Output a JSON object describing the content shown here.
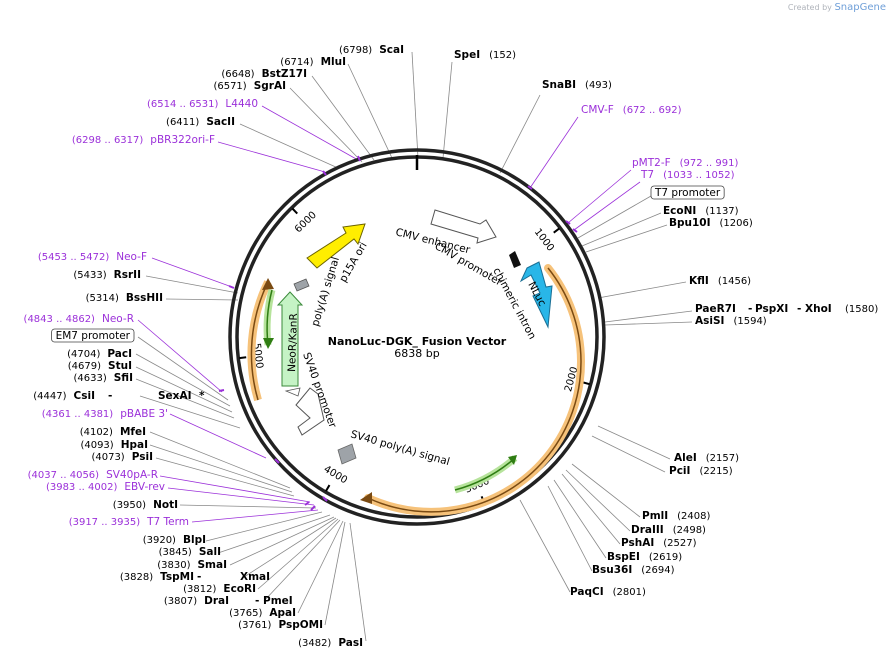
{
  "brand": {
    "prefix": "Created by",
    "name": "SnapGene"
  },
  "plasmid": {
    "name": "NanoLuc-DGK_ Fusion Vector",
    "size_label": "6838 bp",
    "length": 6838
  },
  "ticks": [
    "1000",
    "2000",
    "3000",
    "4000",
    "5000",
    "6000"
  ],
  "features": [
    {
      "name": "CMV enhancer",
      "type": "enhancer"
    },
    {
      "name": "CMV promoter",
      "type": "promoter"
    },
    {
      "name": "chimeric intron",
      "type": "intron"
    },
    {
      "name": "NLuc",
      "type": "cds"
    },
    {
      "name": "SV40 poly(A) signal",
      "type": "terminator"
    },
    {
      "name": "SV40 promoter",
      "type": "promoter"
    },
    {
      "name": "NeoR/KanR",
      "type": "cds"
    },
    {
      "name": "poly(A) signal",
      "type": "terminator"
    },
    {
      "name": "p15A ori",
      "type": "origin"
    }
  ],
  "labels_right": [
    {
      "kind": "enzyme",
      "name": "SpeI",
      "pos": "(152)"
    },
    {
      "kind": "enzyme",
      "name": "SnaBI",
      "pos": "(493)"
    },
    {
      "kind": "primer",
      "name": "CMV-F",
      "pos": "(672 .. 692)"
    },
    {
      "kind": "primer",
      "name": "pMT2-F",
      "pos": "(972 .. 991)"
    },
    {
      "kind": "primer",
      "name": "T7",
      "pos": "(1033 .. 1052)"
    },
    {
      "kind": "boxed",
      "name": "T7 promoter",
      "pos": ""
    },
    {
      "kind": "enzyme",
      "name": "EcoNI",
      "pos": "(1137)"
    },
    {
      "kind": "enzyme",
      "name": "Bpu10I",
      "pos": "(1206)"
    },
    {
      "kind": "enzyme",
      "name": "KflI",
      "pos": "(1456)"
    },
    {
      "kind": "enzyme",
      "name": "PaeR7I",
      "pos": "(1580)"
    },
    {
      "kind": "enzyme",
      "name": "PspXI",
      "pos": ""
    },
    {
      "kind": "enzyme",
      "name": "XhoI",
      "pos": ""
    },
    {
      "kind": "enzyme",
      "name": "AsiSI",
      "pos": "(1594)"
    },
    {
      "kind": "enzyme",
      "name": "AleI",
      "pos": "(2157)"
    },
    {
      "kind": "enzyme",
      "name": "PciI",
      "pos": "(2215)"
    },
    {
      "kind": "enzyme",
      "name": "PmlI",
      "pos": "(2408)"
    },
    {
      "kind": "enzyme",
      "name": "DraIII",
      "pos": "(2498)"
    },
    {
      "kind": "enzyme",
      "name": "PshAI",
      "pos": "(2527)"
    },
    {
      "kind": "enzyme",
      "name": "BspEI",
      "pos": "(2619)"
    },
    {
      "kind": "enzyme",
      "name": "Bsu36I",
      "pos": "(2694)"
    },
    {
      "kind": "enzyme",
      "name": "PaqCI",
      "pos": "(2801)"
    }
  ],
  "labels_left": [
    {
      "kind": "enzyme",
      "name": "ScaI",
      "pos": "(6798)"
    },
    {
      "kind": "enzyme",
      "name": "MluI",
      "pos": "(6714)"
    },
    {
      "kind": "enzyme",
      "name": "BstZ17I",
      "pos": "(6648)"
    },
    {
      "kind": "enzyme",
      "name": "SgrAI",
      "pos": "(6571)"
    },
    {
      "kind": "primer",
      "name": "L4440",
      "pos": "(6514 .. 6531)"
    },
    {
      "kind": "enzyme",
      "name": "SacII",
      "pos": "(6411)"
    },
    {
      "kind": "primer",
      "name": "pBR322ori-F",
      "pos": "(6298 .. 6317)"
    },
    {
      "kind": "primer",
      "name": "Neo-F",
      "pos": "(5453 .. 5472)"
    },
    {
      "kind": "enzyme",
      "name": "RsrII",
      "pos": "(5433)"
    },
    {
      "kind": "enzyme",
      "name": "BssHII",
      "pos": "(5314)"
    },
    {
      "kind": "primer",
      "name": "Neo-R",
      "pos": "(4843 .. 4862)"
    },
    {
      "kind": "boxed",
      "name": "EM7 promoter",
      "pos": ""
    },
    {
      "kind": "enzyme",
      "name": "PacI",
      "pos": "(4704)"
    },
    {
      "kind": "enzyme",
      "name": "StuI",
      "pos": "(4679)"
    },
    {
      "kind": "enzyme",
      "name": "SfiI",
      "pos": "(4633)"
    },
    {
      "kind": "enzyme",
      "name": "CsiI",
      "pos": "(4447)"
    },
    {
      "kind": "enzyme",
      "name": "SexAI",
      "pos": ""
    },
    {
      "kind": "primer",
      "name": "pBABE 3'",
      "pos": "(4361 .. 4381)"
    },
    {
      "kind": "enzyme",
      "name": "MfeI",
      "pos": "(4102)"
    },
    {
      "kind": "enzyme",
      "name": "HpaI",
      "pos": "(4093)"
    },
    {
      "kind": "enzyme",
      "name": "PsiI",
      "pos": "(4073)"
    },
    {
      "kind": "primer",
      "name": "SV40pA-R",
      "pos": "(4037 .. 4056)"
    },
    {
      "kind": "primer",
      "name": "EBV-rev",
      "pos": "(3983 .. 4002)"
    },
    {
      "kind": "enzyme",
      "name": "NotI",
      "pos": "(3950)"
    },
    {
      "kind": "primer",
      "name": "T7 Term",
      "pos": "(3917 .. 3935)"
    },
    {
      "kind": "enzyme",
      "name": "BlpI",
      "pos": "(3920)"
    },
    {
      "kind": "enzyme",
      "name": "SalI",
      "pos": "(3845)"
    },
    {
      "kind": "enzyme",
      "name": "SmaI",
      "pos": "(3830)"
    },
    {
      "kind": "enzyme",
      "name": "TspMI",
      "pos": "(3828)"
    },
    {
      "kind": "enzyme",
      "name": "XmaI",
      "pos": ""
    },
    {
      "kind": "enzyme",
      "name": "EcoRI",
      "pos": "(3812)"
    },
    {
      "kind": "enzyme",
      "name": "DraI",
      "pos": "(3807)"
    },
    {
      "kind": "enzyme",
      "name": "PmeI",
      "pos": ""
    },
    {
      "kind": "enzyme",
      "name": "ApaI",
      "pos": "(3765)"
    },
    {
      "kind": "enzyme",
      "name": "PspOMI",
      "pos": "(3761)"
    },
    {
      "kind": "enzyme",
      "name": "PasI",
      "pos": "(3482)"
    }
  ],
  "marks": {
    "dash": "-",
    "star": "*"
  },
  "colors": {
    "primer": "#9b30d9",
    "nluc": "#29b6e8",
    "ori": "#ffee00",
    "neo": "#c5f3c5",
    "orf_halo": "#f6c27a",
    "orf_green": "#4caf30"
  }
}
